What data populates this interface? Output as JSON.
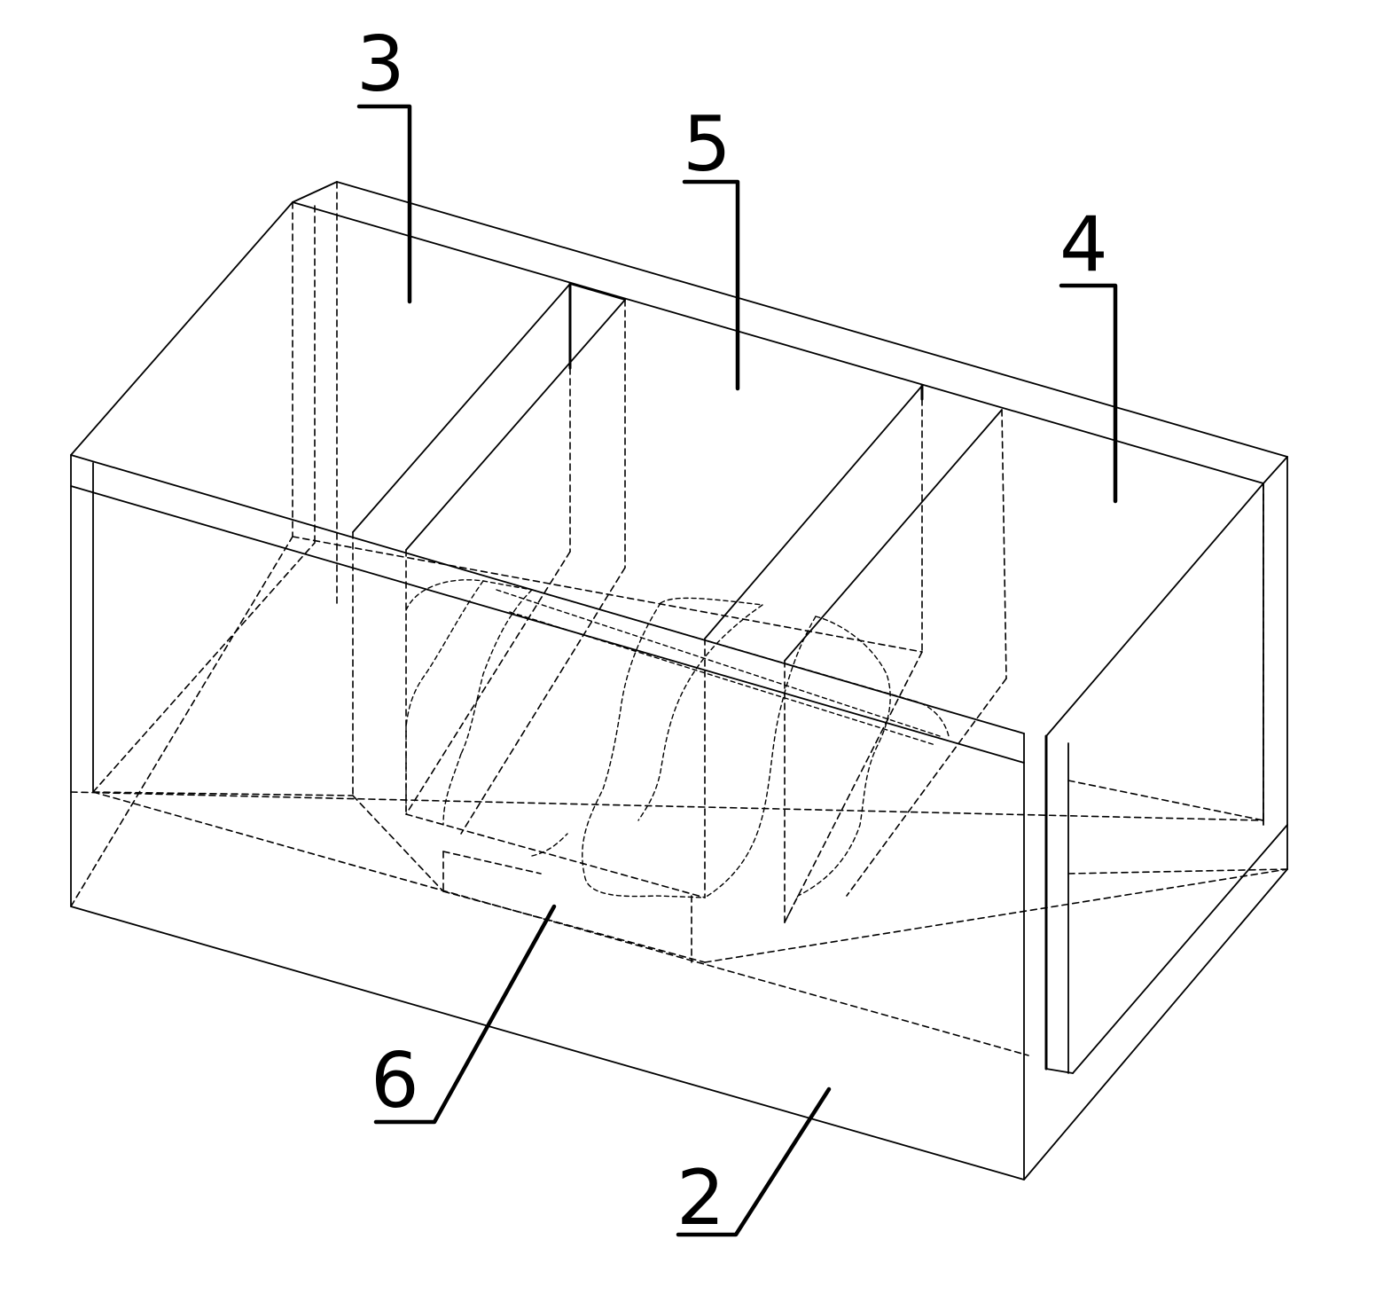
{
  "labels": {
    "part_3": "3",
    "part_5": "5",
    "part_4": "4",
    "part_6": "6",
    "part_2": "2"
  }
}
